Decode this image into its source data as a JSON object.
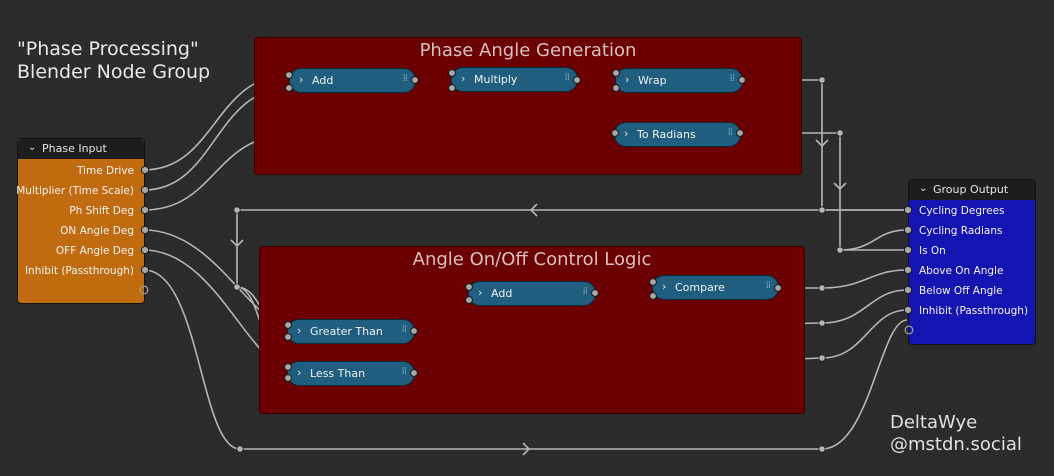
{
  "title": "\"Phase Processing\"\nBlender Node Group",
  "signature": "DeltaWye\n@mstdn.social",
  "frames": {
    "phase_angle": "Phase Angle Generation",
    "angle_logic": "Angle On/Off Control Logic"
  },
  "nodes": {
    "add_phase": "Add",
    "multiply": "Multiply",
    "wrap": "Wrap",
    "to_radians": "To Radians",
    "add_logic": "Add",
    "compare": "Compare",
    "greater_than": "Greater Than",
    "less_than": "Less Than"
  },
  "phase_input": {
    "header": "Phase Input",
    "outputs": [
      "Time Drive",
      "Multiplier (Time Scale)",
      "Ph Shift Deg",
      "ON Angle Deg",
      "OFF Angle Deg",
      "Inhibit (Passthrough)"
    ]
  },
  "group_output": {
    "header": "Group Output",
    "inputs": [
      "Cycling Degrees",
      "Cycling Radians",
      "Is On",
      "Above On Angle",
      "Below Off Angle",
      "Inhibit (Passthrough)"
    ]
  },
  "colors": {
    "background": "#2b2b2b",
    "frame": "#6b0000",
    "math_node": "#1f5e7f",
    "input_node": "#c06b10",
    "output_node": "#1414b0",
    "wire": "#b5b5b5"
  },
  "icons": {
    "collapse": "chevron-down-icon",
    "node_toggle": "chevron-right-icon",
    "grip": "grip-icon",
    "socket": "socket-icon"
  }
}
